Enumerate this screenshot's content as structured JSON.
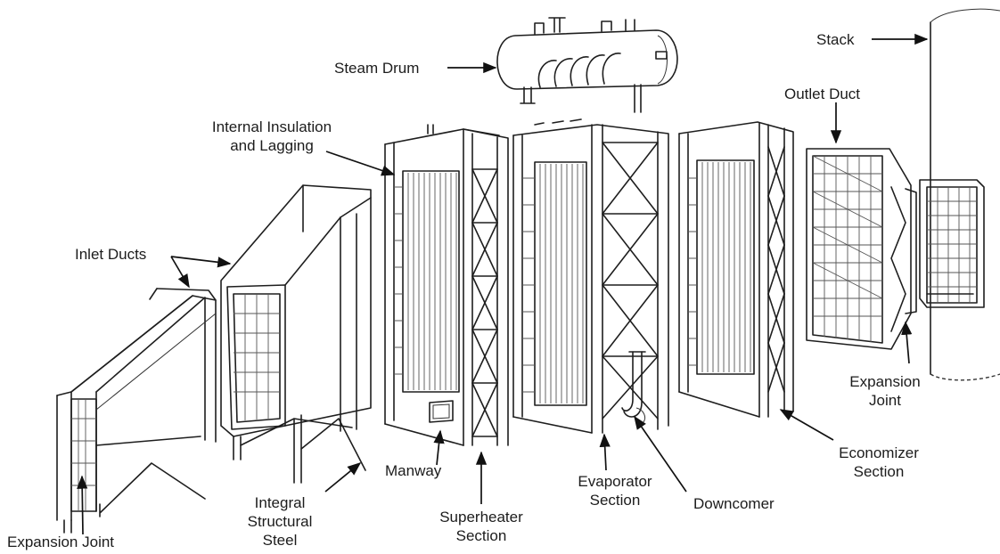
{
  "labels": {
    "stack": "Stack",
    "steam_drum": "Steam Drum",
    "outlet_duct": "Outlet Duct",
    "internal_insulation_1": "Internal Insulation",
    "internal_insulation_2": "and Lagging",
    "inlet_ducts": "Inlet Ducts",
    "expansion_joint_right_1": "Expansion",
    "expansion_joint_right_2": "Joint",
    "economizer_1": "Economizer",
    "economizer_2": "Section",
    "manway": "Manway",
    "evaporator_1": "Evaporator",
    "evaporator_2": "Section",
    "downcomer": "Downcomer",
    "integral_steel_1": "Integral",
    "integral_steel_2": "Structural",
    "integral_steel_3": "Steel",
    "superheater_1": "Superheater",
    "superheater_2": "Section",
    "expansion_joint_left": "Expansion Joint"
  }
}
